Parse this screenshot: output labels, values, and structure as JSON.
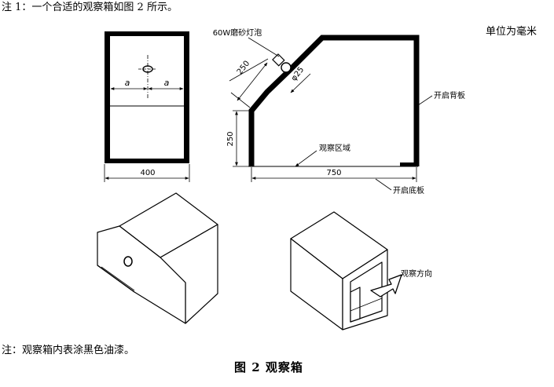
{
  "note_top": "注 1：一个合适的观察箱如图 2 所示。",
  "units": "单位为毫米",
  "front_view": {
    "width_dim": "400",
    "offset_left": "a",
    "offset_right": "a"
  },
  "side_view": {
    "lamp_label": "60W磨砂灯泡",
    "slant_dim": "250",
    "diameter_dim": "φ25",
    "height_dim": "250",
    "back_label": "开启背板",
    "area_label": "观察区域",
    "length_dim": "750",
    "bottom_label": "开启底板"
  },
  "rear_view": {
    "direction_label": "观察方向"
  },
  "note_bottom": "注：观察箱内表涂黑色油漆。",
  "caption": "图 2   观察箱"
}
